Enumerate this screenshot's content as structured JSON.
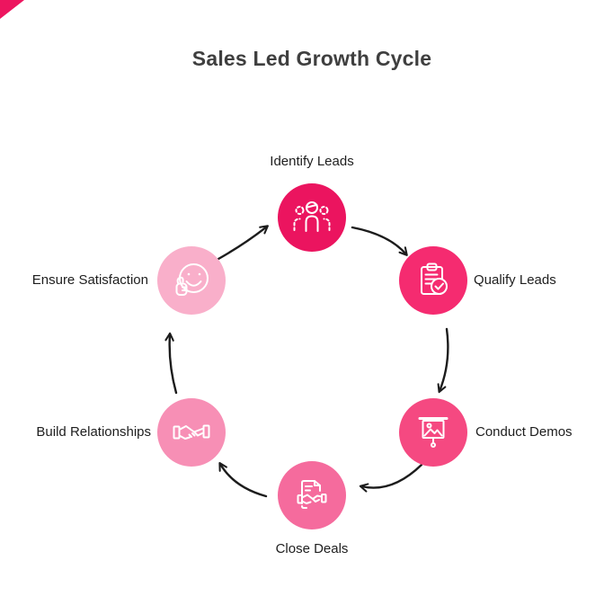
{
  "title": "Sales Led Growth Cycle",
  "accent": {
    "corner_color": "#ED155F",
    "title_color": "#3F3F3F",
    "label_color": "#1E1E1E"
  },
  "diagram": {
    "type": "cycle",
    "direction": "clockwise",
    "arrow_color": "#1C1C1C",
    "steps": [
      {
        "label": "Identify Leads",
        "icon": "group-leads-icon",
        "color": "#EB145F",
        "position": "top"
      },
      {
        "label": "Qualify Leads",
        "icon": "clipboard-check-icon",
        "color": "#F52B70",
        "position": "top-right"
      },
      {
        "label": "Conduct Demos",
        "icon": "presentation-icon",
        "color": "#F54981",
        "position": "bottom-right"
      },
      {
        "label": "Close Deals",
        "icon": "contract-handshake-icon",
        "color": "#F56B9D",
        "position": "bottom"
      },
      {
        "label": "Build Relationships",
        "icon": "handshake-icon",
        "color": "#F78FB5",
        "position": "bottom-left"
      },
      {
        "label": "Ensure Satisfaction",
        "icon": "smiley-thumbs-up-icon",
        "color": "#F9AFCA",
        "position": "top-left"
      }
    ]
  }
}
